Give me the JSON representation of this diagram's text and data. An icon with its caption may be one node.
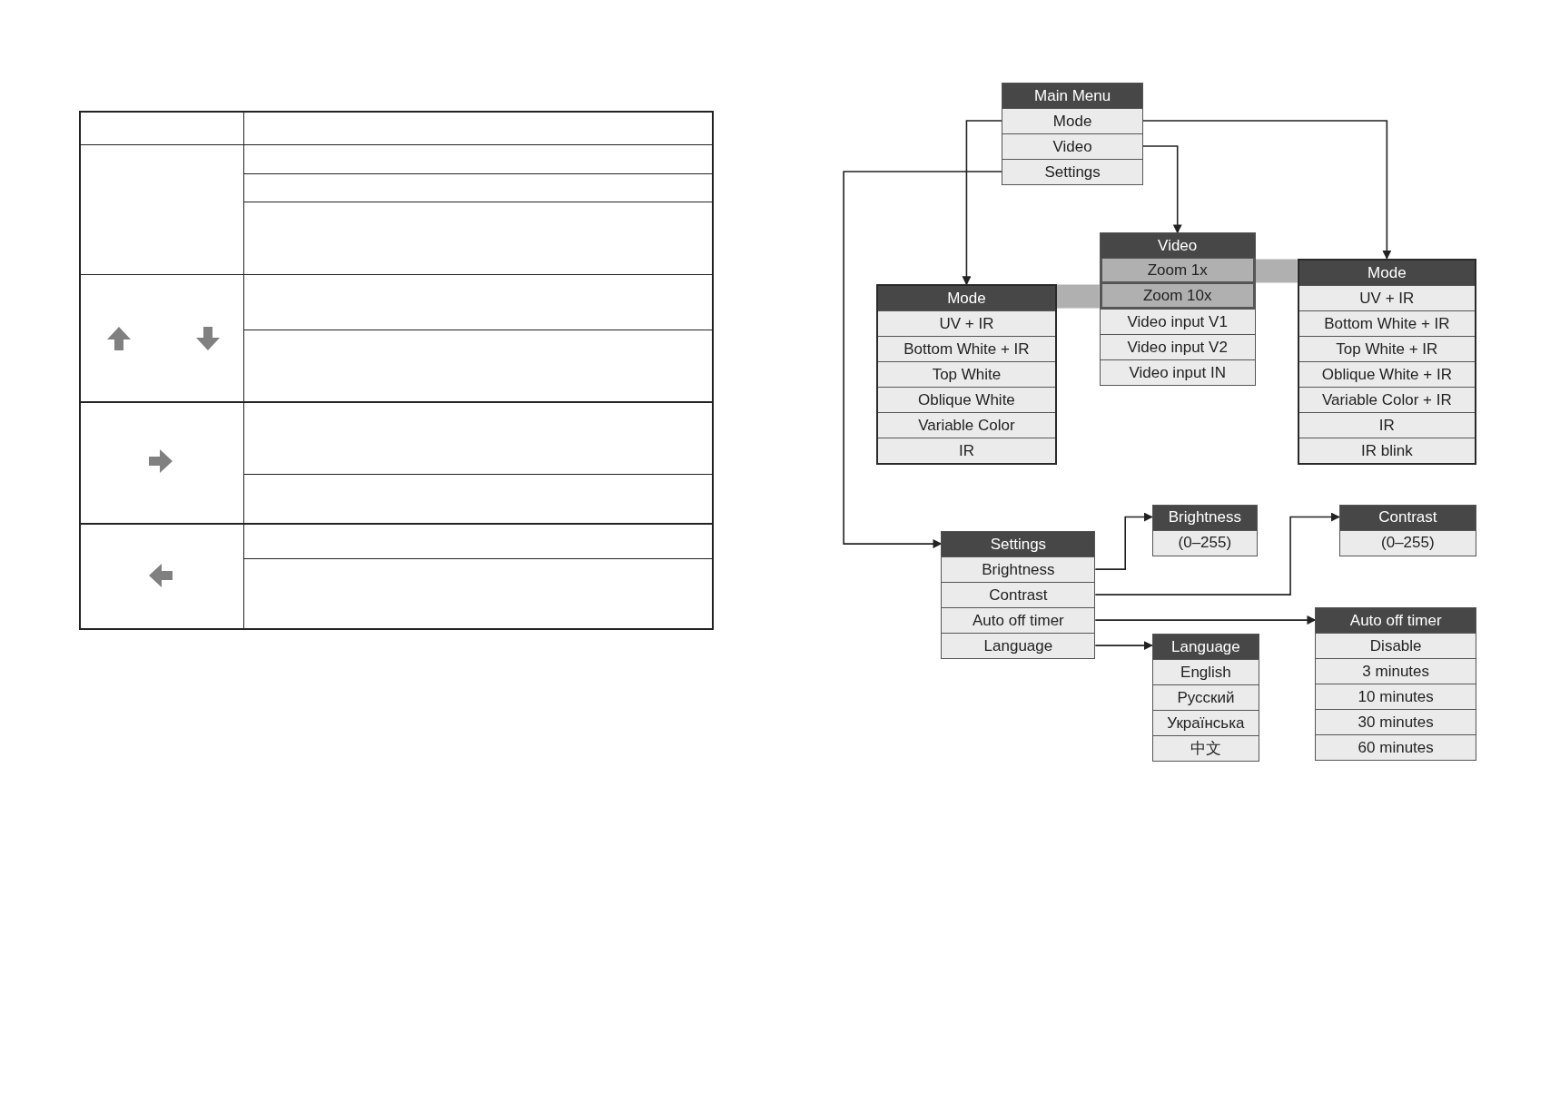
{
  "diagram": {
    "nodes": [
      {
        "text": [
          "Main Menu"
        ]
      },
      {
        "text": [
          "Mode"
        ],
        "in": 0
      },
      {
        "text": [
          "Video"
        ],
        "in": 0
      },
      {
        "text": [
          "Settings"
        ],
        "in": 0
      },
      {
        "text": [
          "Video"
        ]
      },
      {
        "text": [
          "Zoom 1x"
        ],
        "in": 4
      },
      {
        "text": [
          "Zoom 10x"
        ],
        "in": 4
      },
      {
        "text": [
          "Video input V1"
        ],
        "in": 4
      },
      {
        "text": [
          "Video input V2"
        ],
        "in": 4
      },
      {
        "text": [
          "Video input IN"
        ],
        "in": 4
      },
      {
        "text": [
          "Mode"
        ]
      },
      {
        "text": [
          "UV + IR"
        ],
        "in": 10
      },
      {
        "text": [
          "Bottom White + IR"
        ],
        "in": 10
      },
      {
        "text": [
          "Top White"
        ],
        "in": 10
      },
      {
        "text": [
          "Oblique White"
        ],
        "in": 10
      },
      {
        "text": [
          "Variable Color"
        ],
        "in": 10
      },
      {
        "text": [
          "IR"
        ],
        "in": 10
      },
      {
        "text": [
          "Mode"
        ]
      },
      {
        "text": [
          "UV + IR"
        ],
        "in": 17
      },
      {
        "text": [
          "Bottom White + IR"
        ],
        "in": 17
      },
      {
        "text": [
          "Top White + IR"
        ],
        "in": 17
      },
      {
        "text": [
          "Oblique White + IR"
        ],
        "in": 17
      },
      {
        "text": [
          "Variable Color + IR"
        ],
        "in": 17
      },
      {
        "text": [
          "IR"
        ],
        "in": 17
      },
      {
        "text": [
          "IR blink"
        ],
        "in": 17
      },
      {
        "text": [
          "Settings"
        ]
      },
      {
        "text": [
          "Brightness"
        ],
        "in": 25
      },
      {
        "text": [
          "Contrast"
        ],
        "in": 25
      },
      {
        "text": [
          "Auto off timer"
        ],
        "in": 25
      },
      {
        "text": [
          "Language"
        ],
        "in": 25
      },
      {
        "text": [
          "Brightness"
        ]
      },
      {
        "text": [
          "(0–255)"
        ],
        "in": 30
      },
      {
        "text": [
          "Contrast"
        ]
      },
      {
        "text": [
          "(0–255)"
        ],
        "in": 32
      },
      {
        "text": [
          "Auto off timer"
        ]
      },
      {
        "text": [
          "Disable"
        ],
        "in": 34
      },
      {
        "text": [
          "3 minutes"
        ],
        "in": 34
      },
      {
        "text": [
          "10 minutes"
        ],
        "in": 34
      },
      {
        "text": [
          "30 minutes"
        ],
        "in": 34
      },
      {
        "text": [
          "60 minutes"
        ],
        "in": 34
      },
      {
        "text": [
          "Language"
        ]
      },
      {
        "text": [
          "English"
        ],
        "in": 40
      },
      {
        "text": [
          "Русский"
        ],
        "in": 40
      },
      {
        "text": [
          "Українська"
        ],
        "in": 40
      },
      {
        "text": [
          "中文"
        ],
        "in": 40
      }
    ],
    "edges": [
      {
        "from": 1,
        "to": 10,
        "arrow": "to"
      },
      {
        "from": 1,
        "to": 17,
        "arrow": "to"
      },
      {
        "from": 2,
        "to": 4,
        "arrow": "to"
      },
      {
        "from": 3,
        "to": 25,
        "arrow": "to"
      },
      {
        "from": 26,
        "to": 30,
        "arrow": "to"
      },
      {
        "from": 27,
        "to": 32,
        "arrow": "to"
      },
      {
        "from": 28,
        "to": 34,
        "arrow": "to"
      },
      {
        "from": 29,
        "to": 40,
        "arrow": "to"
      },
      {
        "from": 5,
        "to": 17,
        "arrow": "none",
        "style": "thick",
        "color": "#b0b0b0"
      },
      {
        "from": 6,
        "to": 10,
        "arrow": "none",
        "style": "thick",
        "color": "#b0b0b0"
      }
    ]
  }
}
